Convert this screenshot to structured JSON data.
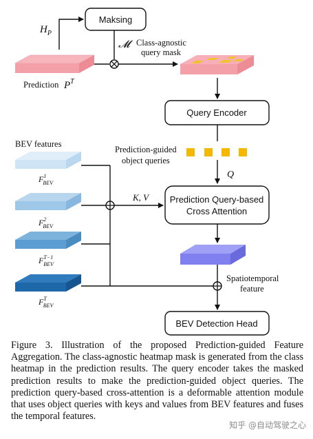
{
  "diagram": {
    "hp_label": "H",
    "hp_sub": "P",
    "masking": "Maksing",
    "mask_symbol": "𝓜",
    "mask_label_1": "Class-agnostic",
    "mask_label_2": "query mask",
    "prediction_label": "Prediction",
    "pt_label": "P",
    "pt_sup": "T",
    "query_encoder": "Query Encoder",
    "pgq_label_1": "Prediction-guided",
    "pgq_label_2": "object queries",
    "q_label": "Q",
    "bev_features_title": "BEV features",
    "bev_layers": [
      {
        "main": "F",
        "sup": "1",
        "sub": "BEV"
      },
      {
        "main": "F",
        "sup": "2",
        "sub": "BEV"
      },
      {
        "main": "F",
        "sup": "T−1",
        "sub": "BEV"
      },
      {
        "main": "F",
        "sup": "T",
        "sub": "BEV"
      }
    ],
    "ellipsis": "⋮",
    "kv_label": "K, V",
    "attention_1": "Prediction Query-based",
    "attention_2": "Cross Attention",
    "spatio_1": "Spatiotemporal",
    "spatio_2": "feature",
    "head": "BEV Detection Head",
    "colors": {
      "prediction_map": "#f4a0a8",
      "mask_map": "#f6a6ae",
      "mask_blocks": "#f2c12e",
      "queries": "#f5b800",
      "spatio": "#8080f0",
      "bev1": "#cfe5f6",
      "bev2": "#9fc7e8",
      "bev3": "#5d9ed2",
      "bev4": "#1e67a8"
    }
  },
  "caption": "Figure 3.  Illustration of the proposed Prediction-guided Feature Aggregation. The class-agnostic heatmap mask is generated from the class heatmap in the prediction results. The query encoder takes the masked prediction results to make the prediction-guided object queries. The prediction query-based cross-attention is a deformable attention module that uses object queries with keys and values from BEV features and fuses the temporal features.",
  "watermark": "知乎 @自动驾驶之心"
}
